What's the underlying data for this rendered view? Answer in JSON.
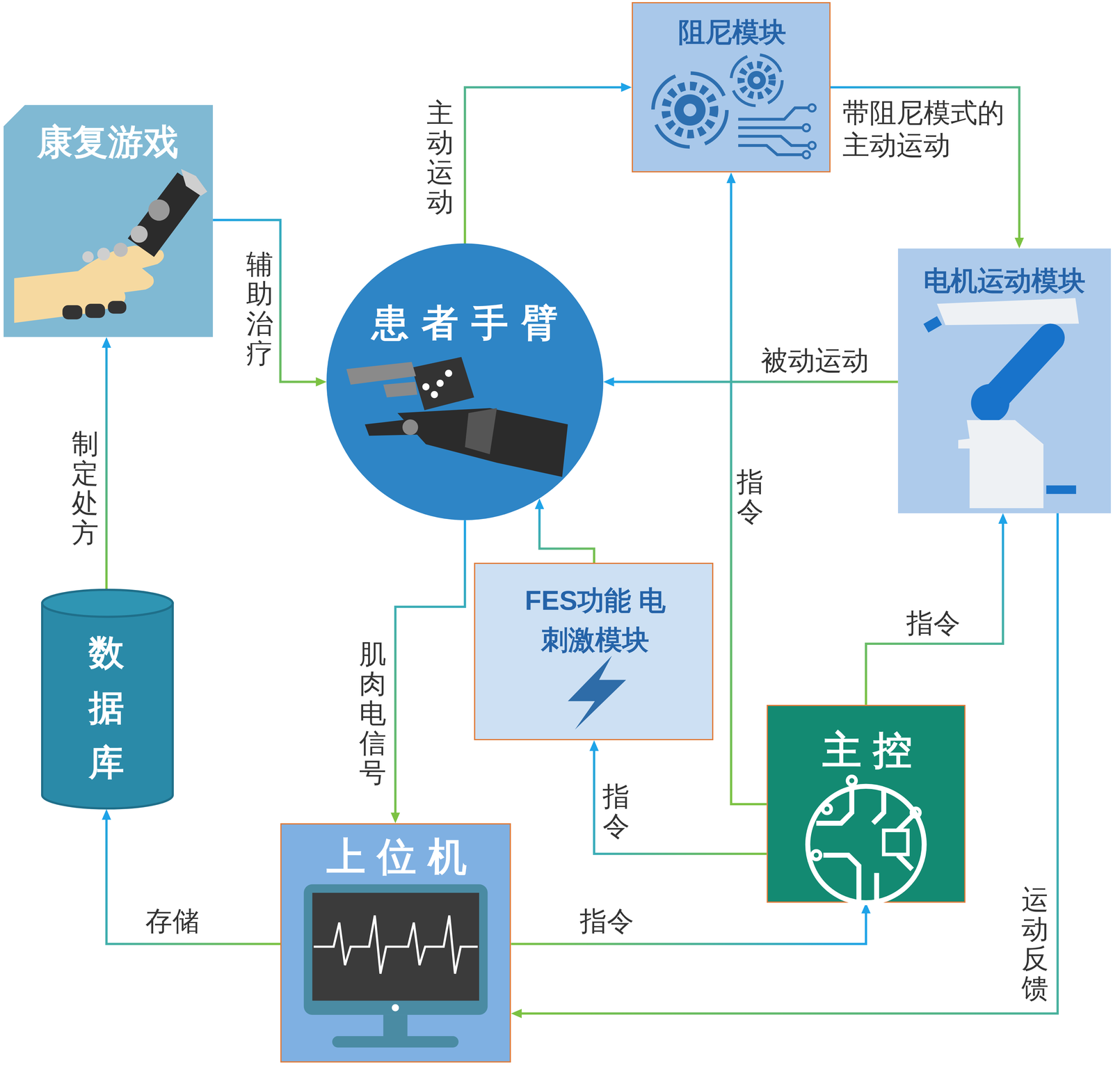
{
  "diagram": {
    "nodes": [
      {
        "text": [
          "康复游戏"
        ]
      },
      {
        "text": [
          "阻尼模块"
        ]
      },
      {
        "text": [
          "患者手臂"
        ]
      },
      {
        "text": [
          "电机运动模块"
        ]
      },
      {
        "text": [
          "数据库"
        ]
      },
      {
        "text": [
          "FES功能 电刺激模块"
        ]
      },
      {
        "text": [
          "主控"
        ]
      },
      {
        "text": [
          "上位机"
        ]
      }
    ],
    "edges": [
      {
        "from": 0,
        "to": 2,
        "label": "辅助治疗",
        "arrow": "to"
      },
      {
        "from": 2,
        "to": 1,
        "label": "主动运动",
        "arrow": "to"
      },
      {
        "from": 1,
        "to": 3,
        "label": "带阻尼模式的主动运动",
        "arrow": "to"
      },
      {
        "from": 3,
        "to": 2,
        "label": "被动运动",
        "arrow": "to"
      },
      {
        "from": 6,
        "to": 1,
        "label": "指令",
        "arrow": "to"
      },
      {
        "from": 6,
        "to": 3,
        "label": "指令",
        "arrow": "to"
      },
      {
        "from": 6,
        "to": 5,
        "label": "指令",
        "arrow": "to"
      },
      {
        "from": 5,
        "to": 2,
        "arrow": "to"
      },
      {
        "from": 2,
        "to": 7,
        "label": "肌肉电信号",
        "arrow": "to"
      },
      {
        "from": 7,
        "to": 4,
        "label": "存储",
        "arrow": "to"
      },
      {
        "from": 4,
        "to": 0,
        "label": "制定处方",
        "arrow": "to"
      },
      {
        "from": 7,
        "to": 6,
        "label": "指令",
        "arrow": "to"
      },
      {
        "from": 3,
        "to": 7,
        "label": "运动反馈",
        "arrow": "to"
      }
    ]
  }
}
